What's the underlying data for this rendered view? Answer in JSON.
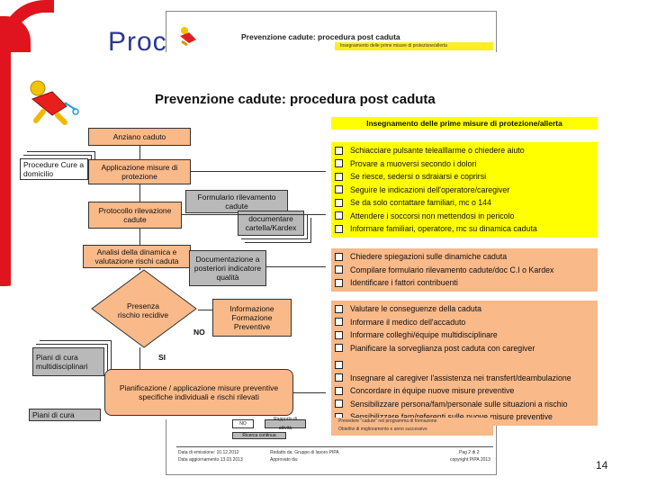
{
  "slide": {
    "title": "Proc",
    "page_number": "14",
    "accent_color": "#e0141e"
  },
  "background_page": {
    "title": "Prevenzione cadute: procedura post caduta",
    "yellow_header": "Insegnamento delle prime misure di protezione/allerta",
    "bottom_boxes": [
      "NO",
      "Rapporto di attività",
      "Ricerca continua"
    ],
    "bottom_checks": [
      "Prevedere \"cadute\" nel programma di formazione",
      "Obiettivi di miglioramento e anno successivo"
    ],
    "footer": {
      "emission": "Data di emissione: 10.12.2012",
      "update": "Data aggiornamento 13.03.2013",
      "written_by": "Redatto da: Gruppo di lavoro PIPA",
      "approved_by": "Approvato da:",
      "page": "Pag 2 di 2",
      "copyright": "copyright PIPA 2013"
    }
  },
  "doc": {
    "title": "Prevenzione cadute: procedura post caduta",
    "flow": {
      "anziano": "Anziano caduto",
      "procedure_cure": "Procedure Cure a domicilio",
      "applicazione": "Applicazione misure di protezione",
      "formulario": "Formulario rilevamento cadute",
      "protocollo": "Protocollo rilevazione cadute",
      "documentare": "documentare cartella/Kardex",
      "analisi": "Analisi della dinamica e valutazione rischi caduta",
      "documentazione": "Documentazione a posteriori indicatore qualità",
      "presenza": "Presenza rischio recidive",
      "no_label": "NO",
      "si_label": "SI",
      "informazione": "Informazione Formazione Preventive",
      "piani1": "Piani di cura multidisciplinari",
      "piani2": "Piani di cura",
      "pianificazione": "Pianificazione / applicazione misure preventive specifiche individuali e rischi rilevati"
    },
    "checklist_header": "Insegnamento delle prime misure di protezione/allerta",
    "yellow_items": [
      "Schiacciare pulsante telealllarme o chiedere aiuto",
      "Provare a muoversi secondo i dolori",
      "Se riesce, sedersi o sdraiarsi e coprirsi",
      "Seguire le indicazioni dell'operatore/caregiver",
      "Se da solo contattare familiari, mc o 144",
      "Attendere i soccorsi non mettendosi in pericolo",
      "Informare familiari, operatore, mc su dinamica caduta"
    ],
    "orange_items_1": [
      "Chiedere spiegazioni sulle dinamiche caduta",
      "Compilare formulario rilevamento cadute/doc C.I o Kardex",
      "Identificare i fattori contribuenti"
    ],
    "orange_items_2": [
      "Valutare le conseguenze della caduta",
      "Informare il medico dell'accaduto",
      "Informare colleghi/équipe multidisciplinare",
      "Pianificare la sorveglianza post caduta con caregiver"
    ],
    "orange_items_3": [
      "",
      "Insegnare al caregiver l'assistenza nei transfert/deambulazione",
      "Concordare in équipe nuove misure preventive",
      "Sensibilizzare persona/fam/personale sulle situazioni a rischio",
      "Sensibilizzare fam/referenti sulle nuove misure preventive"
    ],
    "colors": {
      "yellow": "#ffff00",
      "orange": "#f9b989",
      "grey": "#b9b9b9"
    }
  }
}
